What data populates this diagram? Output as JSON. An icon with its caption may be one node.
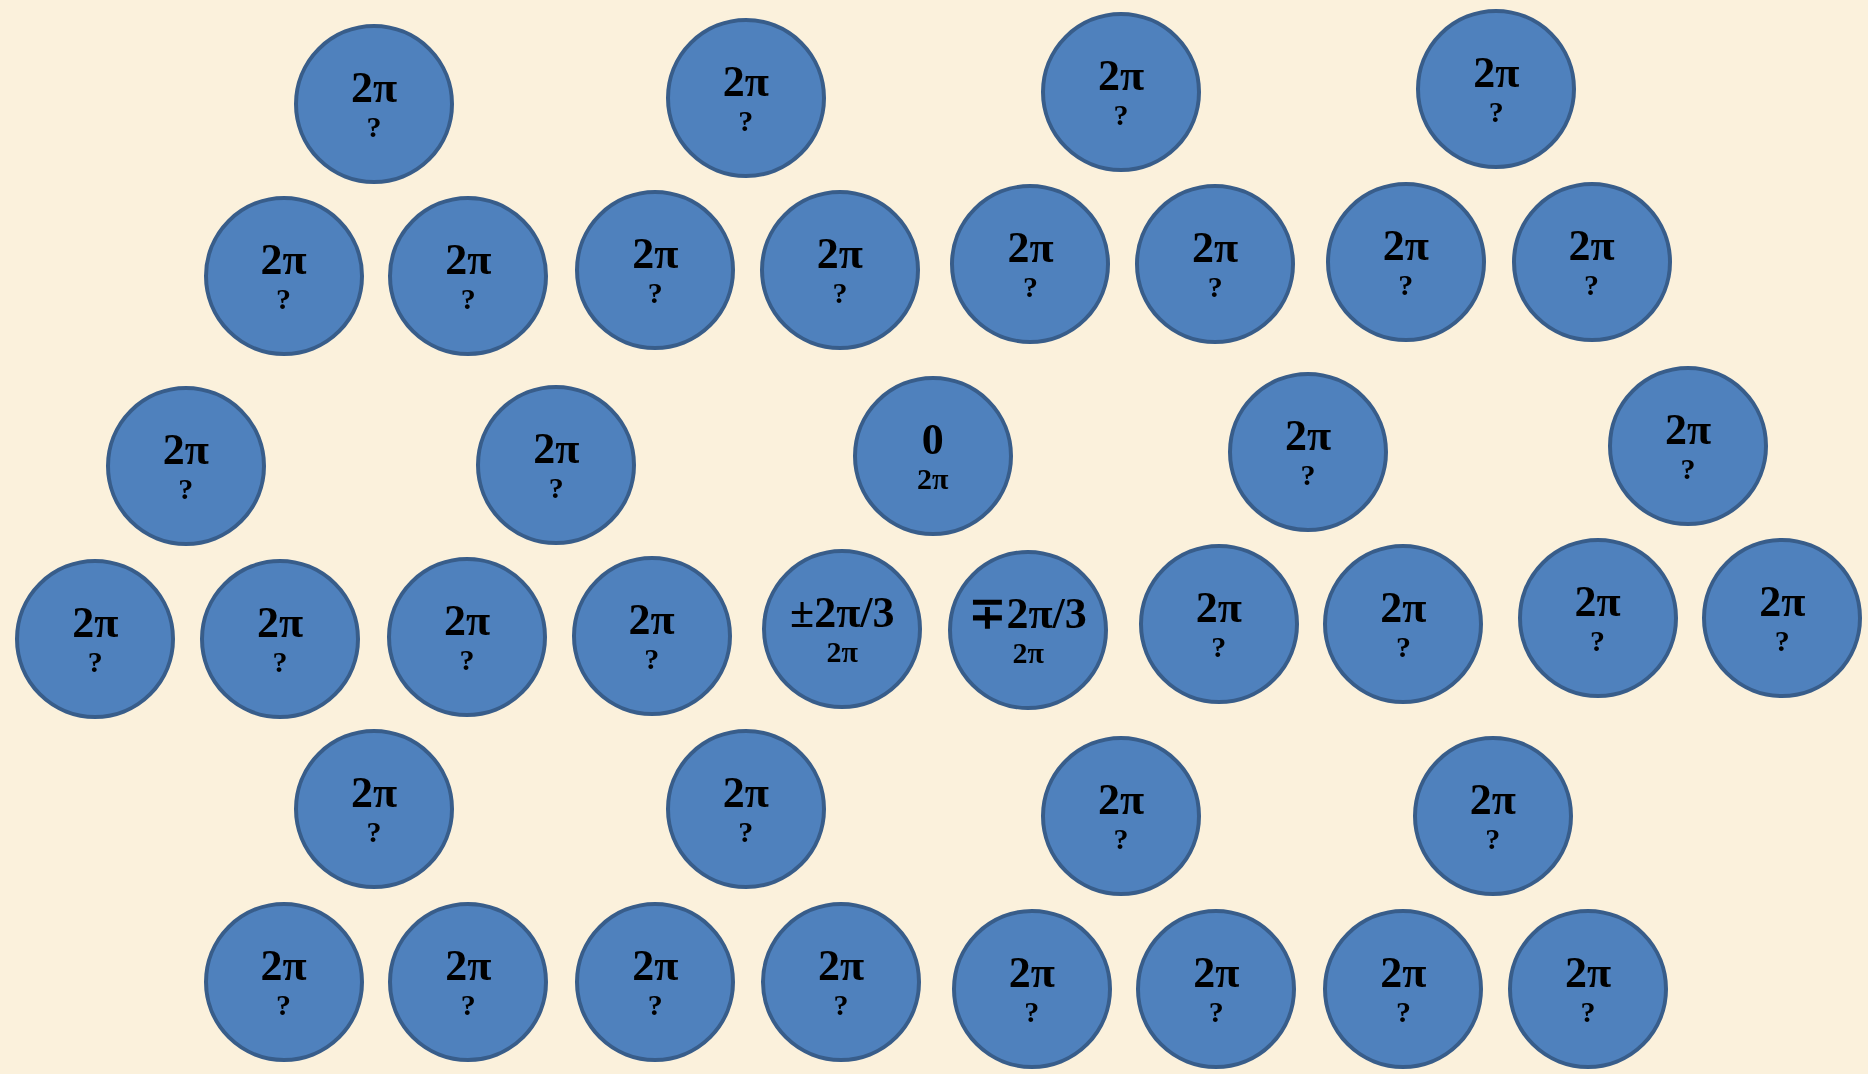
{
  "diagram": {
    "nodes": [
      {
        "text": [
          "2π",
          "?"
        ]
      },
      {
        "text": [
          "2π",
          "?"
        ]
      },
      {
        "text": [
          "2π",
          "?"
        ]
      },
      {
        "text": [
          "2π",
          "?"
        ]
      },
      {
        "text": [
          "2π",
          "?"
        ]
      },
      {
        "text": [
          "2π",
          "?"
        ]
      },
      {
        "text": [
          "2π",
          "?"
        ]
      },
      {
        "text": [
          "2π",
          "?"
        ]
      },
      {
        "text": [
          "2π",
          "?"
        ]
      },
      {
        "text": [
          "2π",
          "?"
        ]
      },
      {
        "text": [
          "2π",
          "?"
        ]
      },
      {
        "text": [
          "2π",
          "?"
        ]
      },
      {
        "text": [
          "2π",
          "?"
        ]
      },
      {
        "text": [
          "2π",
          "?"
        ]
      },
      {
        "text": [
          "0",
          "2π"
        ]
      },
      {
        "text": [
          "2π",
          "?"
        ]
      },
      {
        "text": [
          "2π",
          "?"
        ]
      },
      {
        "text": [
          "2π",
          "?"
        ]
      },
      {
        "text": [
          "2π",
          "?"
        ]
      },
      {
        "text": [
          "2π",
          "?"
        ]
      },
      {
        "text": [
          "2π",
          "?"
        ]
      },
      {
        "text": [
          "±2π/3",
          "2π"
        ]
      },
      {
        "text": [
          "∓2π/3",
          "2π"
        ]
      },
      {
        "text": [
          "2π",
          "?"
        ]
      },
      {
        "text": [
          "2π",
          "?"
        ]
      },
      {
        "text": [
          "2π",
          "?"
        ]
      },
      {
        "text": [
          "2π",
          "?"
        ]
      },
      {
        "text": [
          "2π",
          "?"
        ]
      },
      {
        "text": [
          "2π",
          "?"
        ]
      },
      {
        "text": [
          "2π",
          "?"
        ]
      },
      {
        "text": [
          "2π",
          "?"
        ]
      },
      {
        "text": [
          "2π",
          "?"
        ]
      },
      {
        "text": [
          "2π",
          "?"
        ]
      },
      {
        "text": [
          "2π",
          "?"
        ]
      },
      {
        "text": [
          "2π",
          "?"
        ]
      },
      {
        "text": [
          "2π",
          "?"
        ]
      },
      {
        "text": [
          "2π",
          "?"
        ]
      },
      {
        "text": [
          "2π",
          "?"
        ]
      },
      {
        "text": [
          "2π",
          "?"
        ]
      }
    ]
  }
}
